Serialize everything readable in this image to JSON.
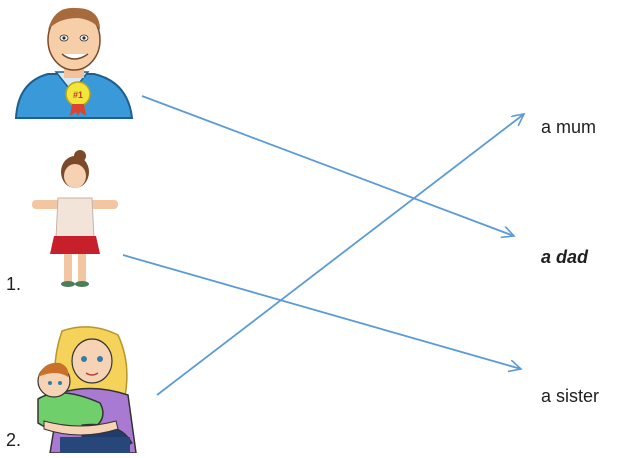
{
  "pictures": [
    {
      "subject": "dad"
    },
    {
      "subject": "girl"
    },
    {
      "subject": "mum-with-child"
    }
  ],
  "numbers": [
    "1.",
    "2."
  ],
  "words": [
    "a mum",
    "a dad",
    "a sister"
  ],
  "matches": [
    {
      "from": "dad",
      "to": "a dad"
    },
    {
      "from": "girl",
      "to": "a sister"
    },
    {
      "from": "mum-with-child",
      "to": "a mum"
    }
  ],
  "colors": {
    "arrow": "#5b9bd5"
  }
}
